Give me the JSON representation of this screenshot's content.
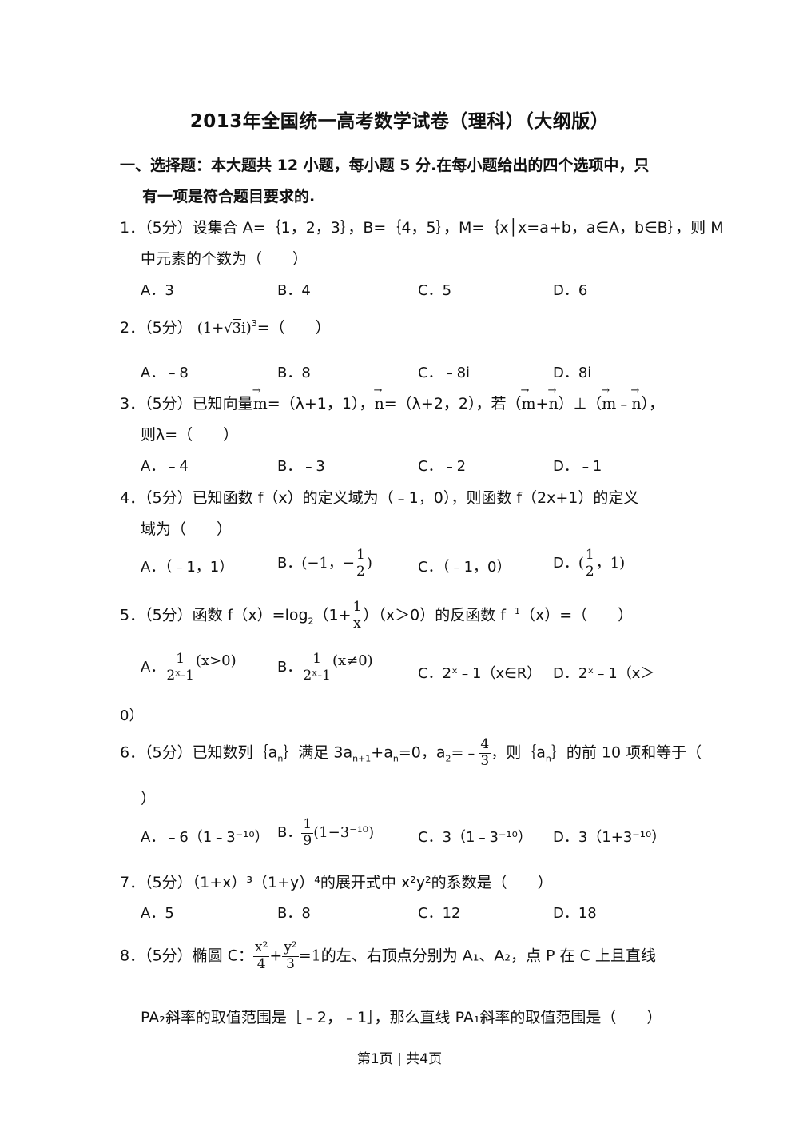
{
  "title": "2013年全国统一高考数学试卷（理科）（大纲版）",
  "section": {
    "line1": "一、选择题：本大题共 12 小题，每小题 5 分.在每小题给出的四个选项中，只",
    "line2": "有一项是符合题目要求的."
  },
  "q1": {
    "line1": "1．（5分）设集合 A=｛1，2，3｝，B=｛4，5｝，M=｛x│x=a+b，a∈A，b∈B｝，则 M",
    "line2": "中元素的个数为（　　）",
    "options": [
      "A．3",
      "B．4",
      "C．5",
      "D．6"
    ]
  },
  "q2": {
    "prefix": "2．（5分）",
    "expr_open": "(1+",
    "sqrt": "3",
    "expr_close": "i)",
    "power": "3",
    "suffix": "=（　　）",
    "options": [
      "A．﹣8",
      "B．8",
      "C．﹣8i",
      "D．8i"
    ]
  },
  "q3": {
    "prefix": "3．（5分）已知向量",
    "m": "m",
    "m_val": "=（λ+1，1），",
    "n": "n",
    "n_val": "=（λ+2，2），若（",
    "m2": "m",
    "plus": "+",
    "n2": "n",
    "perp": "）⊥（",
    "m3": "m",
    "minus": "﹣",
    "n3": "n",
    "end": "），",
    "line2": "则λ=（　　）",
    "options": [
      "A．﹣4",
      "B．﹣3",
      "C．﹣2",
      "D．﹣1"
    ]
  },
  "q4": {
    "line1": "4．（5分）已知函数 f（x）的定义域为（﹣1，0），则函数 f（2x+1）的定义",
    "line2": "域为（　　）",
    "optA": "A．（﹣1，1）",
    "optB_prefix": "B．",
    "optB_open": "(−1，−",
    "optB_num": "1",
    "optB_den": "2",
    "optB_close": ")",
    "optC": "C．（﹣1，0）",
    "optD_prefix": "D．",
    "optD_open": "(",
    "optD_num": "1",
    "optD_den": "2",
    "optD_close": "，1)"
  },
  "q5": {
    "prefix": "5．（5分）函数 f（x）=log",
    "sub": "2",
    "open": "（1+",
    "num": "1",
    "den": "x",
    "rest": "）（x＞0）的反函数 f",
    "inv": "﹣1",
    "end": "（x）=（　　）",
    "optA_prefix": "A．",
    "optA_num": "1",
    "optA_den": "2ˣ-1",
    "optA_cond": "(x>0)",
    "optB_prefix": "B．",
    "optB_num": "1",
    "optB_den": "2ˣ-1",
    "optB_cond": "(x≠0)",
    "optC": "C．2ˣ﹣1（x∈R）",
    "optD": "D．2ˣ﹣1（x＞",
    "optD_cont": "0）"
  },
  "q6": {
    "prefix": "6．（5分）已知数列｛a",
    "n": "n",
    "mid1": "｝满足 3a",
    "n1": "n+1",
    "mid2": "+a",
    "n2": "n",
    "mid3": "=0，a",
    "two": "2",
    "mid4": "=﹣",
    "num": "4",
    "den": "3",
    "mid5": "，则｛a",
    "n3": "n",
    "end": "｝的前 10 项和等于（",
    "line2": "）",
    "optA": "A．﹣6（1﹣3⁻¹⁰）",
    "optB_prefix": "B．",
    "optB_num": "1",
    "optB_den": "9",
    "optB_rest": "(1−3⁻¹⁰)",
    "optC": "C．3（1﹣3⁻¹⁰）",
    "optD": "D．3（1+3⁻¹⁰）"
  },
  "q7": {
    "text": "7．（5分）（1+x）³（1+y）⁴的展开式中 x²y²的系数是（　　）",
    "options": [
      "A．5",
      "B．8",
      "C．12",
      "D．18"
    ]
  },
  "q8": {
    "prefix": "8．（5分）椭圆 C：",
    "num1": "x²",
    "den1": "4",
    "plus": "+",
    "num2": "y²",
    "den2": "3",
    "eq": "=1",
    "rest": "的左、右顶点分别为 A₁、A₂，点 P 在 C 上且直线",
    "line2": "PA₂斜率的取值范围是［﹣2，﹣1］，那么直线 PA₁斜率的取值范围是（　　）"
  },
  "footer": "第1页 | 共4页"
}
